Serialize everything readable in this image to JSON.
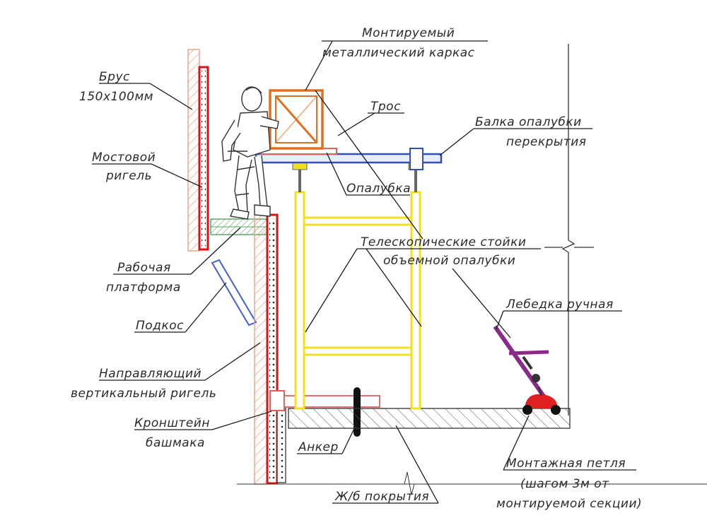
{
  "labels": {
    "brus_line1": "Брус",
    "brus_line2": "150x100мм",
    "most_line1": "Мостовой",
    "most_line2": "ригель",
    "rab_line1": "Рабочая",
    "rab_line2": "платформа",
    "podkos": "Подкос",
    "napr_line1": "Направляющий",
    "napr_line2": "вертикальный ригель",
    "kron_line1": "Кронштейн",
    "kron_line2": "башмака",
    "anker": "Анкер",
    "zhb": "Ж/б покрытия",
    "mont_line1": "Монтируемый",
    "mont_line2": "металлический каркас",
    "tros": "Трос",
    "balka_line1": "Балка опалубки",
    "balka_line2": "перекрытия",
    "opalubka": "Опалубка",
    "tel_line1": "Телескопические стойки",
    "tel_line2": "объемной опалубки",
    "lebedka": "Лебедка ручная",
    "petlya_line1": "Монтажная петля",
    "petlya_line2": "(шагом 3м от",
    "petlya_line3": "монтируемой секции)"
  },
  "colors": {
    "timber": "#e8a080",
    "guide_red": "#e01010",
    "platform_green": "#5aa060",
    "strut_blue": "#4060d0",
    "beam_blue": "#3050c0",
    "prop_yellow": "#f0e020",
    "frame_orange": "#e07020",
    "formwork_pink": "#e06060",
    "winch_purple": "#8a2a8a",
    "loop_red": "#e02020"
  }
}
